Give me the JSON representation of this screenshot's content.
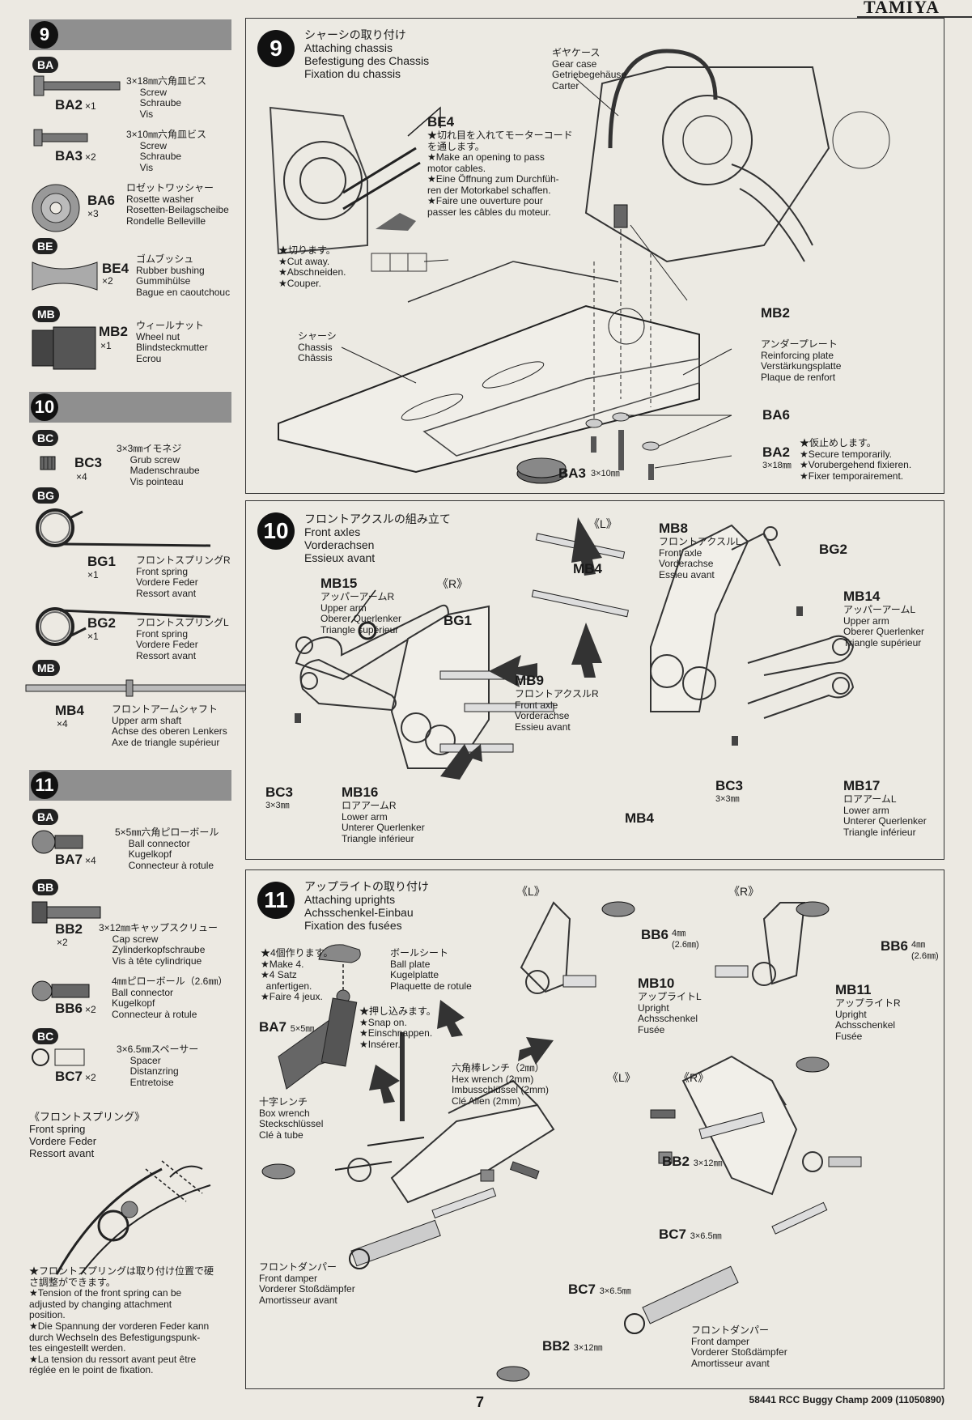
{
  "brand": "TAMIYA",
  "page_number": "7",
  "footer": "58441 RCC Buggy Champ 2009 (11050890)",
  "left": {
    "step9": {
      "num": "9",
      "ba_badge": "BA",
      "ba2": {
        "code": "BA2",
        "qty": "×1",
        "desc": "3×18㎜六角皿ビス\n     Screw\n     Schraube\n     Vis"
      },
      "ba3": {
        "code": "BA3",
        "qty": "×2",
        "desc": "3×10㎜六角皿ビス\n     Screw\n     Schraube\n     Vis"
      },
      "ba6": {
        "code": "BA6",
        "qty": "×3",
        "desc": "ロゼットワッシャー\nRosette washer\nRosetten-Beilagscheibe\nRondelle Belleville"
      },
      "be_badge": "BE",
      "be4": {
        "code": "BE4",
        "qty": "×2",
        "desc": "ゴムブッシュ\nRubber bushing\nGummihülse\nBague en caoutchouc"
      },
      "mb_badge": "MB",
      "mb2": {
        "code": "MB2",
        "qty": "×1",
        "desc": "ウィールナット\nWheel nut\nBlindsteckmutter\nEcrou"
      }
    },
    "step10": {
      "num": "10",
      "bc_badge": "BC",
      "bc3": {
        "code": "BC3",
        "qty": "×4",
        "desc": "3×3㎜イモネジ\n     Grub screw\n     Madenschraube\n     Vis pointeau"
      },
      "bg_badge": "BG",
      "bg1": {
        "code": "BG1",
        "qty": "×1",
        "desc": "フロントスプリングR\nFront spring\nVordere Feder\nRessort avant"
      },
      "bg2": {
        "code": "BG2",
        "qty": "×1",
        "desc": "フロントスプリングL\nFront spring\nVordere Feder\nRessort avant"
      },
      "mb_badge": "MB",
      "mb4": {
        "code": "MB4",
        "qty": "×4",
        "desc": "フロントアームシャフト\nUpper arm shaft\nAchse des oberen Lenkers\nAxe de triangle supérieur"
      }
    },
    "step11": {
      "num": "11",
      "ba_badge": "BA",
      "ba7": {
        "code": "BA7",
        "qty": "×4",
        "desc": "5×5㎜六角ピローボール\n     Ball connector\n     Kugelkopf\n     Connecteur à rotule"
      },
      "bb_badge": "BB",
      "bb2": {
        "code": "BB2",
        "qty": "×2",
        "desc": "3×12㎜キャップスクリュー\n     Cap screw\n     Zylinderkopfschraube\n     Vis à tête cylindrique"
      },
      "bb6": {
        "code": "BB6",
        "qty": "×2",
        "desc": "4㎜ピローボール（2.6㎜）\nBall connector\nKugelkopf\nConnecteur à rotule"
      },
      "bc_badge": "BC",
      "bc7": {
        "code": "BC7",
        "qty": "×2",
        "desc": "3×6.5㎜スペーサー\n     Spacer\n     Distanzring\n     Entretoise"
      }
    },
    "spring_note": {
      "title": "《フロントスプリング》\nFront spring\nVordere Feder\nRessort avant",
      "text": "★フロントスプリングは取り付け位置で硬\nさ調整ができます。\n★Tension of the front spring can be\nadjusted by changing attachment\nposition.\n★Die Spannung der vorderen Feder kann\ndurch Wechseln des Befestigungspunk-\ntes eingestellt werden.\n★La tension du ressort avant peut être\nréglée en le point de fixation."
    }
  },
  "panel9": {
    "num": "9",
    "title": "シャーシの取り付け\nAttaching chassis\nBefestigung des Chassis\nFixation du chassis",
    "gearcase": "ギヤケース\nGear case\nGetriebegehäuse\nCarter",
    "be4_code": "BE4",
    "be4_note": "★切れ目を入れてモーターコード\nを通します。\n★Make an opening to pass\nmotor cables.\n★Eine Öffnung zum Durchfüh-\nren der Motorkabel schaffen.\n★Faire une ouverture pour\npasser les câbles du moteur.",
    "cut": "★切ります。\n★Cut away.\n★Abschneiden.\n★Couper.",
    "chassis": "シャーシ\nChassis\nChâssis",
    "mb2": "MB2",
    "plate": "アンダープレート\nReinforcing plate\nVerstärkungsplatte\nPlaque de renfort",
    "ba6": "BA6",
    "ba2": "BA2",
    "ba2_size": "3×18㎜",
    "temp": "★仮止めします。\n★Secure temporarily.\n★Vorubergehend fixieren.\n★Fixer temporairement.",
    "ba3": "BA3",
    "ba3_size": "3×10㎜"
  },
  "panel10": {
    "num": "10",
    "title": "フロントアクスルの組み立て\nFront axles\nVorderachsen\nEssieux avant",
    "r": "《R》",
    "l": "《L》",
    "mb15": "MB15",
    "mb15_desc": "アッパーアームR\nUpper arm\nOberer Querlenker\nTriangle supérieur",
    "bg1": "BG1",
    "mb9": "MB9",
    "mb9_desc": "フロントアクスルR\nFront axle\nVorderachse\nEssieu avant",
    "bc3_left": "BC3",
    "bc3_left_size": "3×3㎜",
    "mb16": "MB16",
    "mb16_desc": "ロアアームR\nLower arm\nUnterer Querlenker\nTriangle inférieur",
    "mb4_top": "MB4",
    "mb4_bottom": "MB4",
    "mb8": "MB8",
    "mb8_desc": "フロントアクスルL\nFront axle\nVorderachse\nEssieu avant",
    "bg2": "BG2",
    "mb14": "MB14",
    "mb14_desc": "アッパーアームL\nUpper arm\nOberer Querlenker\nTriangle supérieur",
    "bc3_right": "BC3",
    "bc3_right_size": "3×3㎜",
    "mb17": "MB17",
    "mb17_desc": "ロアアームL\nLower arm\nUnterer Querlenker\nTriangle inférieur"
  },
  "panel11": {
    "num": "11",
    "title": "アップライトの取り付け\nAttaching uprights\nAchsschenkel-Einbau\nFixation des fusées",
    "make4": "★4個作ります。\n★Make 4.\n★4 Satz\n  anfertigen.\n★Faire 4 jeux.",
    "ballplate": "ボールシート\nBall plate\nKugelplatte\nPlaquette de rotule",
    "snap": "★押し込みます。\n★Snap on.\n★Einschnappen.\n★Insérer.",
    "ba7": "BA7",
    "ba7_size": "5×5㎜",
    "box": "十字レンチ\nBox wrench\nSteckschlüssel\nClé à tube",
    "hex": "六角棒レンチ（2㎜）\nHex wrench (2mm)\nImbusschlüssel (2mm)\nClé Allen (2mm)",
    "l_top": "《L》",
    "r_top": "《R》",
    "bb6_l": "BB6",
    "bb6_l_size": "4㎜\n(2.6㎜)",
    "mb10": "MB10",
    "mb10_desc": "アップライトL\nUpright\nAchsschenkel\nFusée",
    "bb6_r": "BB6",
    "bb6_r_size": "4㎜\n(2.6㎜)",
    "mb11": "MB11",
    "mb11_desc": "アップライトR\nUpright\nAchsschenkel\nFusée",
    "l_mid": "《L》",
    "r_mid": "《R》",
    "bb2_r": "BB2",
    "bb2_r_size": "3×12㎜",
    "bc7_r": "BC7",
    "bc7_r_size": "3×6.5㎜",
    "damper_l": "フロントダンパー\nFront damper\nVorderer Stoßdämpfer\nAmortisseur avant",
    "bc7_l": "BC7",
    "bc7_l_size": "3×6.5㎜",
    "bb2_l": "BB2",
    "bb2_l_size": "3×12㎜",
    "damper_r": "フロントダンパー\nFront damper\nVorderer Stoßdämpfer\nAmortisseur avant"
  }
}
